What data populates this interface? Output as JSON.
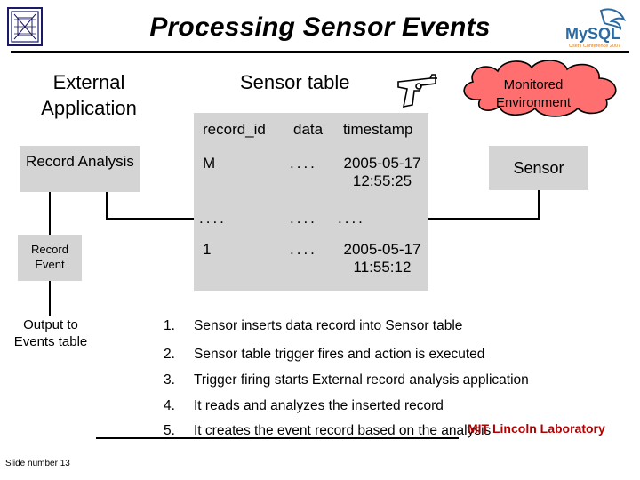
{
  "slide": {
    "title": "Processing Sensor Events",
    "slide_number": "Slide number 13",
    "footer": "MIT Lincoln Laboratory"
  },
  "logos": {
    "left_icon": "building-seal-icon",
    "right": {
      "brand": "MySQL",
      "sub": "Users Conference 2007",
      "icon": "dolphin-logo-icon"
    }
  },
  "diagram": {
    "external_application": "External Application",
    "sensor_table_title": "Sensor table",
    "gun_icon": "revolver-icon",
    "monitored_environment": "Monitored Environment",
    "sensor": "Sensor",
    "record_analysis": "Record Analysis",
    "record_event": "Record Event",
    "output_events": "Output to Events table",
    "table": {
      "headers": [
        "record_id",
        "data",
        "timestamp"
      ],
      "rows": [
        [
          "M",
          "....",
          "2005-05-17 12:55:25"
        ],
        [
          "....",
          "....",
          "...."
        ],
        [
          "1",
          "....",
          "2005-05-17 11:55:12"
        ]
      ]
    }
  },
  "steps": [
    {
      "num": "1.",
      "text": "Sensor inserts data record into Sensor table"
    },
    {
      "num": "2.",
      "text": "Sensor table trigger fires and action is executed"
    },
    {
      "num": "3.",
      "text": "Trigger firing starts External record analysis application"
    },
    {
      "num": "4.",
      "text": "It reads and analyzes the inserted record"
    },
    {
      "num": "5.",
      "text": "It creates the event record based on the analysis"
    }
  ],
  "colors": {
    "panel_gray": "#d4d4d4",
    "cloud_fill": "#ff6f6f",
    "footer_text": "#b00000",
    "mysql_blue": "#2c6aa0",
    "mysql_orange": "#e07a10"
  }
}
